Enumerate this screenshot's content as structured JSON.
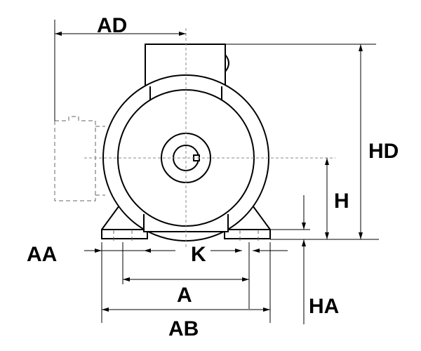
{
  "labels": {
    "AD": "AD",
    "HD": "HD",
    "H": "H",
    "AA": "AA",
    "K": "K",
    "A": "A",
    "HA": "HA",
    "AB": "AB"
  }
}
